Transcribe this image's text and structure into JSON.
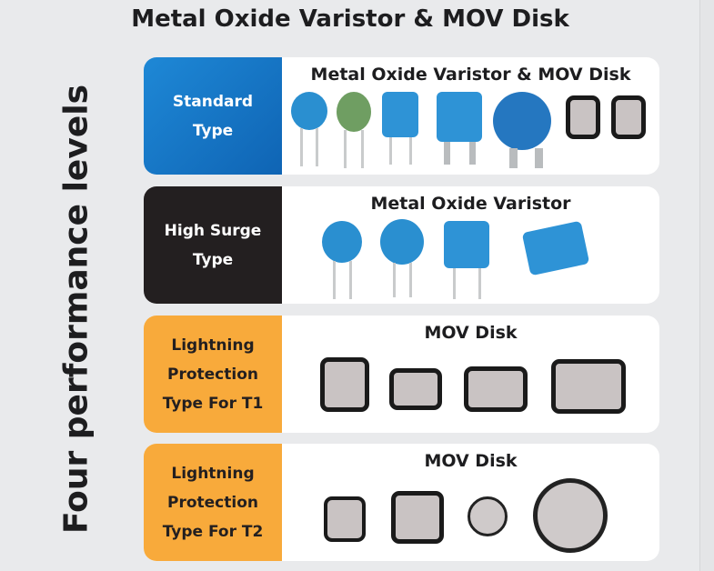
{
  "title": "Metal Oxide Varistor & MOV Disk",
  "side_label": "Four performance levels",
  "rows": [
    {
      "label": "Standard Type",
      "content_title": "Metal Oxide Varistor & MOV Disk",
      "label_color": "#1a78c8"
    },
    {
      "label": "High Surge Type",
      "content_title": "Metal Oxide Varistor",
      "label_color": "#231f20"
    },
    {
      "label": "Lightning Protection Type For T1",
      "content_title": "MOV Disk",
      "label_color": "#f8aa3b"
    },
    {
      "label": "Lightning Protection Type For T2",
      "content_title": "MOV Disk",
      "label_color": "#f8aa3b"
    }
  ]
}
